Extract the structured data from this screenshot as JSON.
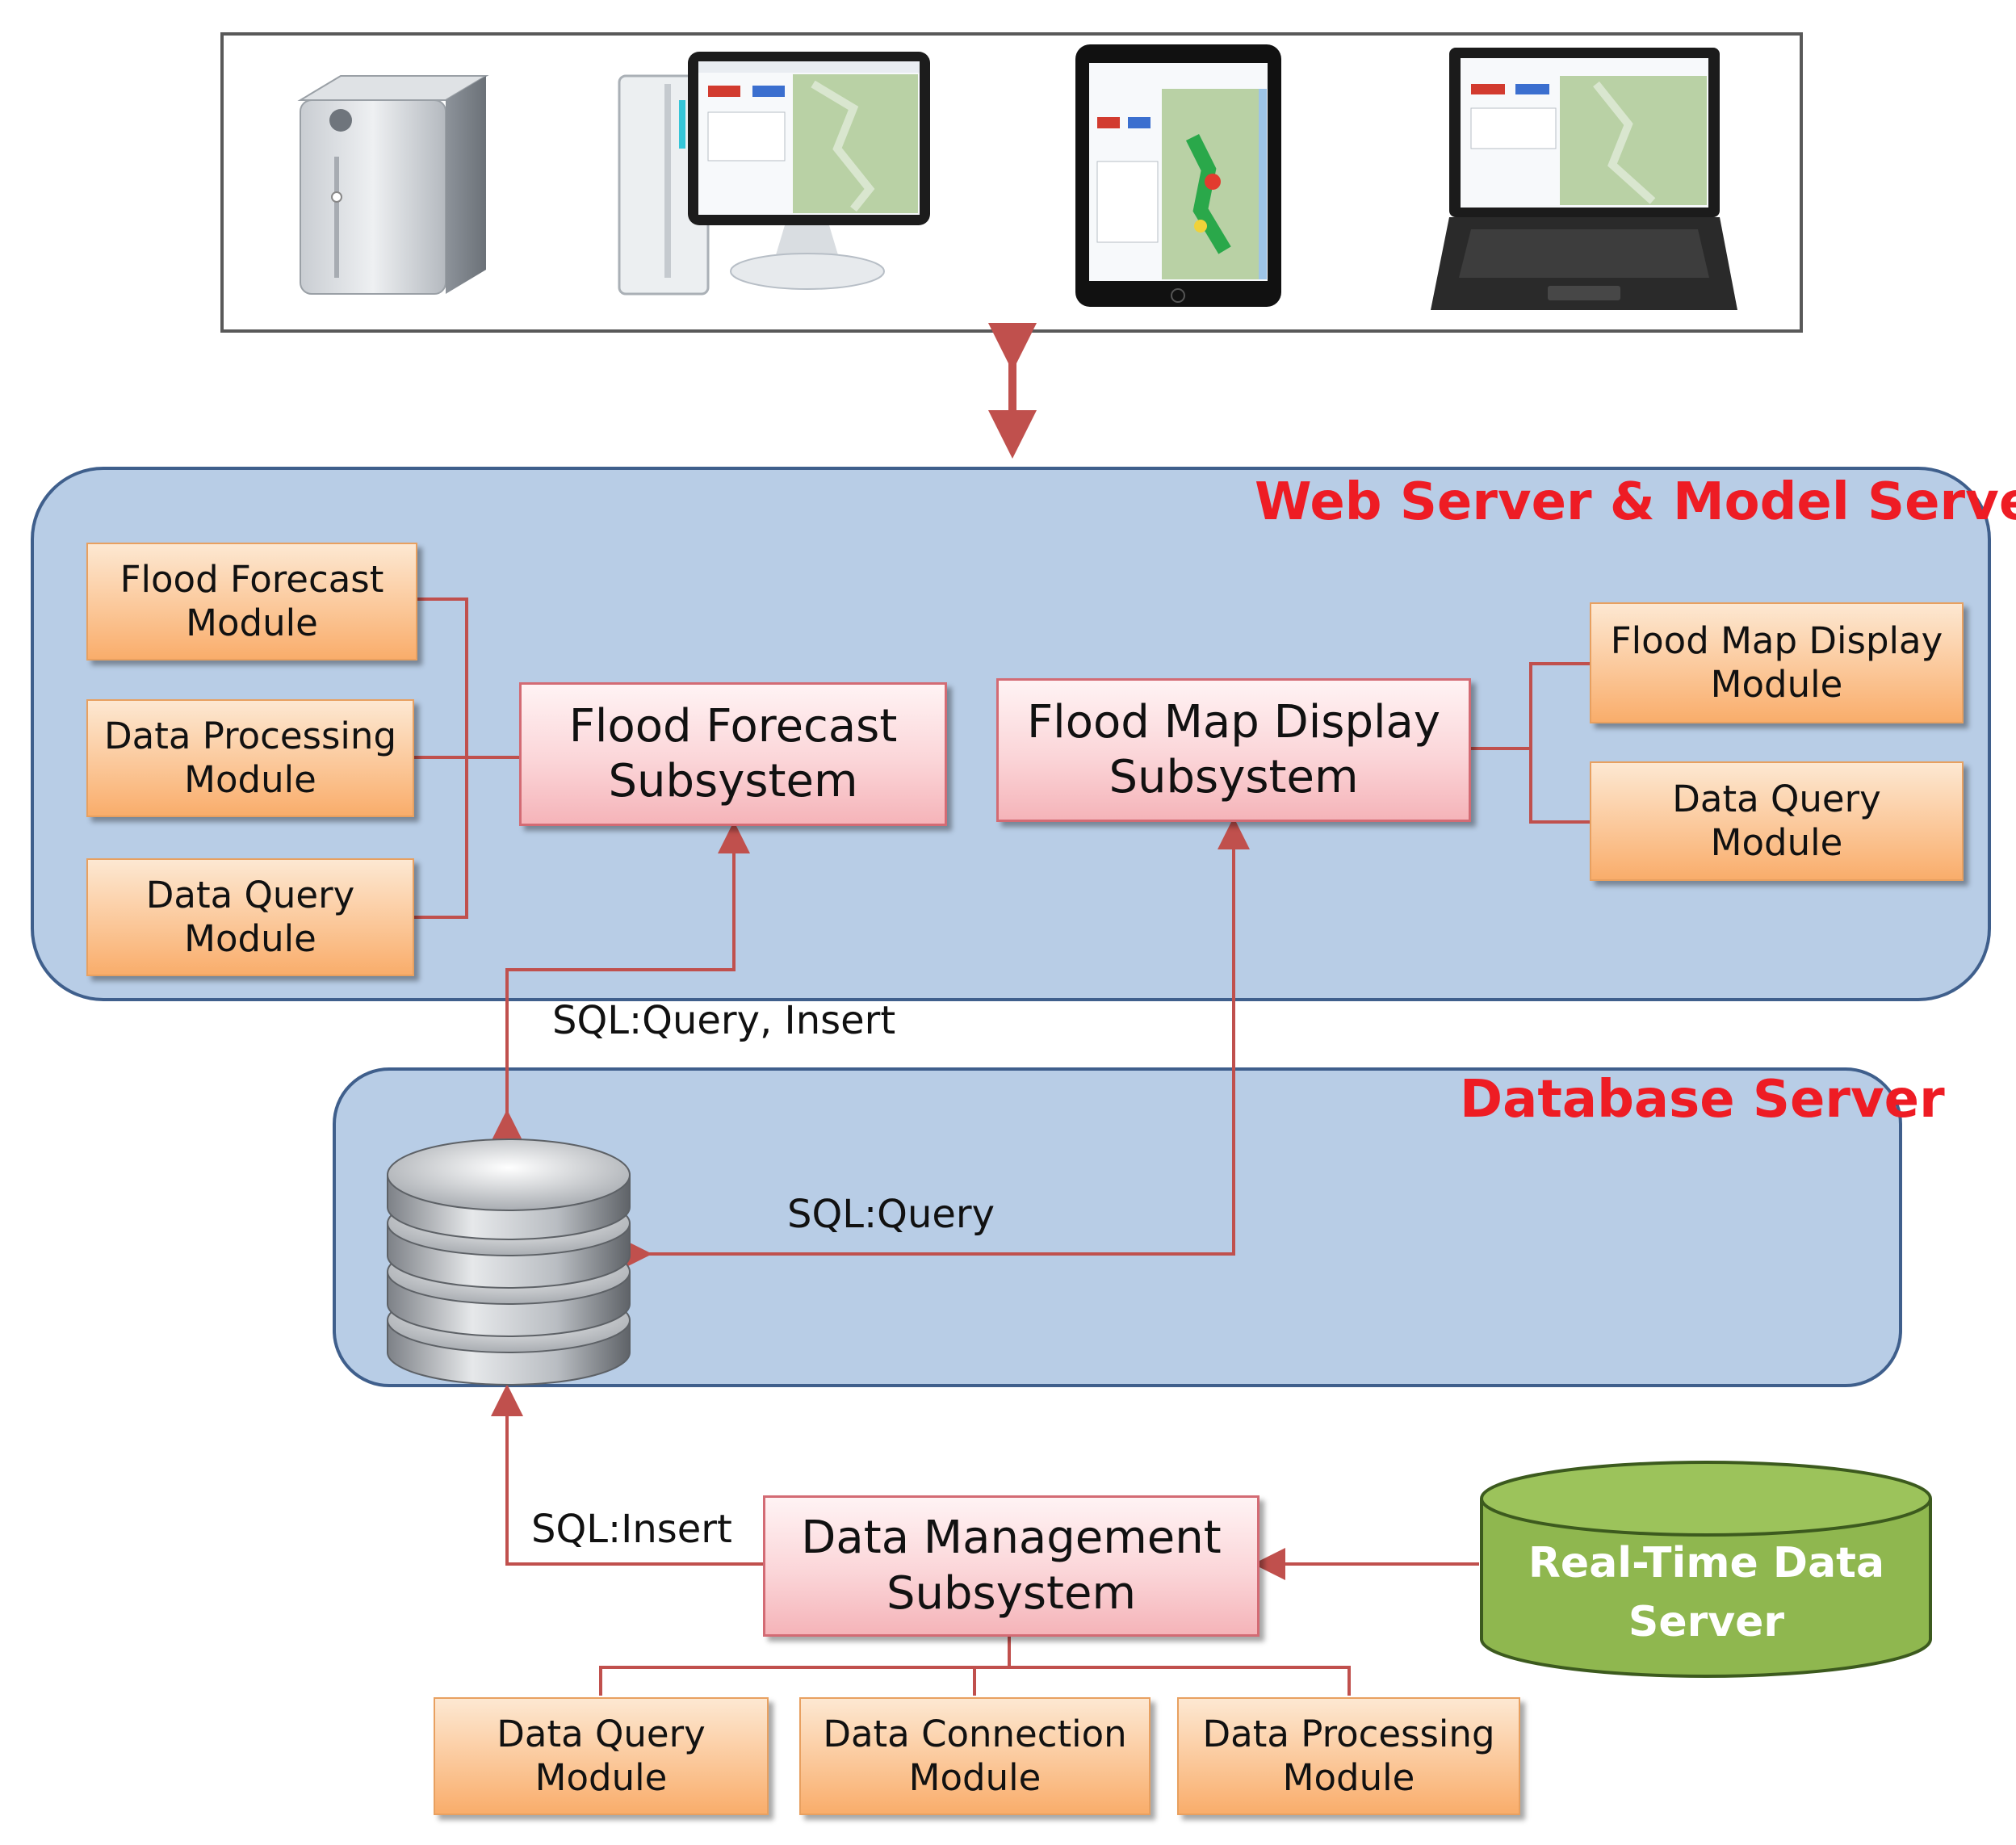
{
  "groups": {
    "web_server": {
      "title": "Web Server & Model Server"
    },
    "database_server": {
      "title": "Database Server"
    }
  },
  "web_modules_left": [
    {
      "label": "Flood Forecast\nModule"
    },
    {
      "label": "Data Processing\nModule"
    },
    {
      "label": "Data Query\nModule"
    }
  ],
  "web_modules_right": [
    {
      "label": "Flood Map Display\nModule"
    },
    {
      "label": "Data Query\nModule"
    }
  ],
  "subsystems": {
    "flood_forecast": "Flood Forecast\nSubsystem",
    "flood_map_display": "Flood Map Display\nSubsystem",
    "data_management": "Data Management\nSubsystem"
  },
  "bottom_modules": [
    {
      "label": "Data Query\nModule"
    },
    {
      "label": "Data Connection\nModule"
    },
    {
      "label": "Data Processing\nModule"
    }
  ],
  "external": {
    "real_time_data_server": "Real-Time Data\nServer"
  },
  "edges": {
    "forecast_to_db": "SQL:Query, Insert",
    "map_to_db": "SQL:Query",
    "management_to_db": "SQL:Insert"
  },
  "devices": [
    "server-tower-icon",
    "desktop-computer-icon",
    "tablet-icon",
    "laptop-icon"
  ],
  "colors": {
    "group_fill": "#b8cde6",
    "group_title": "#ee1c24",
    "connector": "#c0504d",
    "module_fill": "#fbc89a",
    "subsystem_fill": "#fbd5d8",
    "real_time_server_fill": "#8fb74f"
  }
}
